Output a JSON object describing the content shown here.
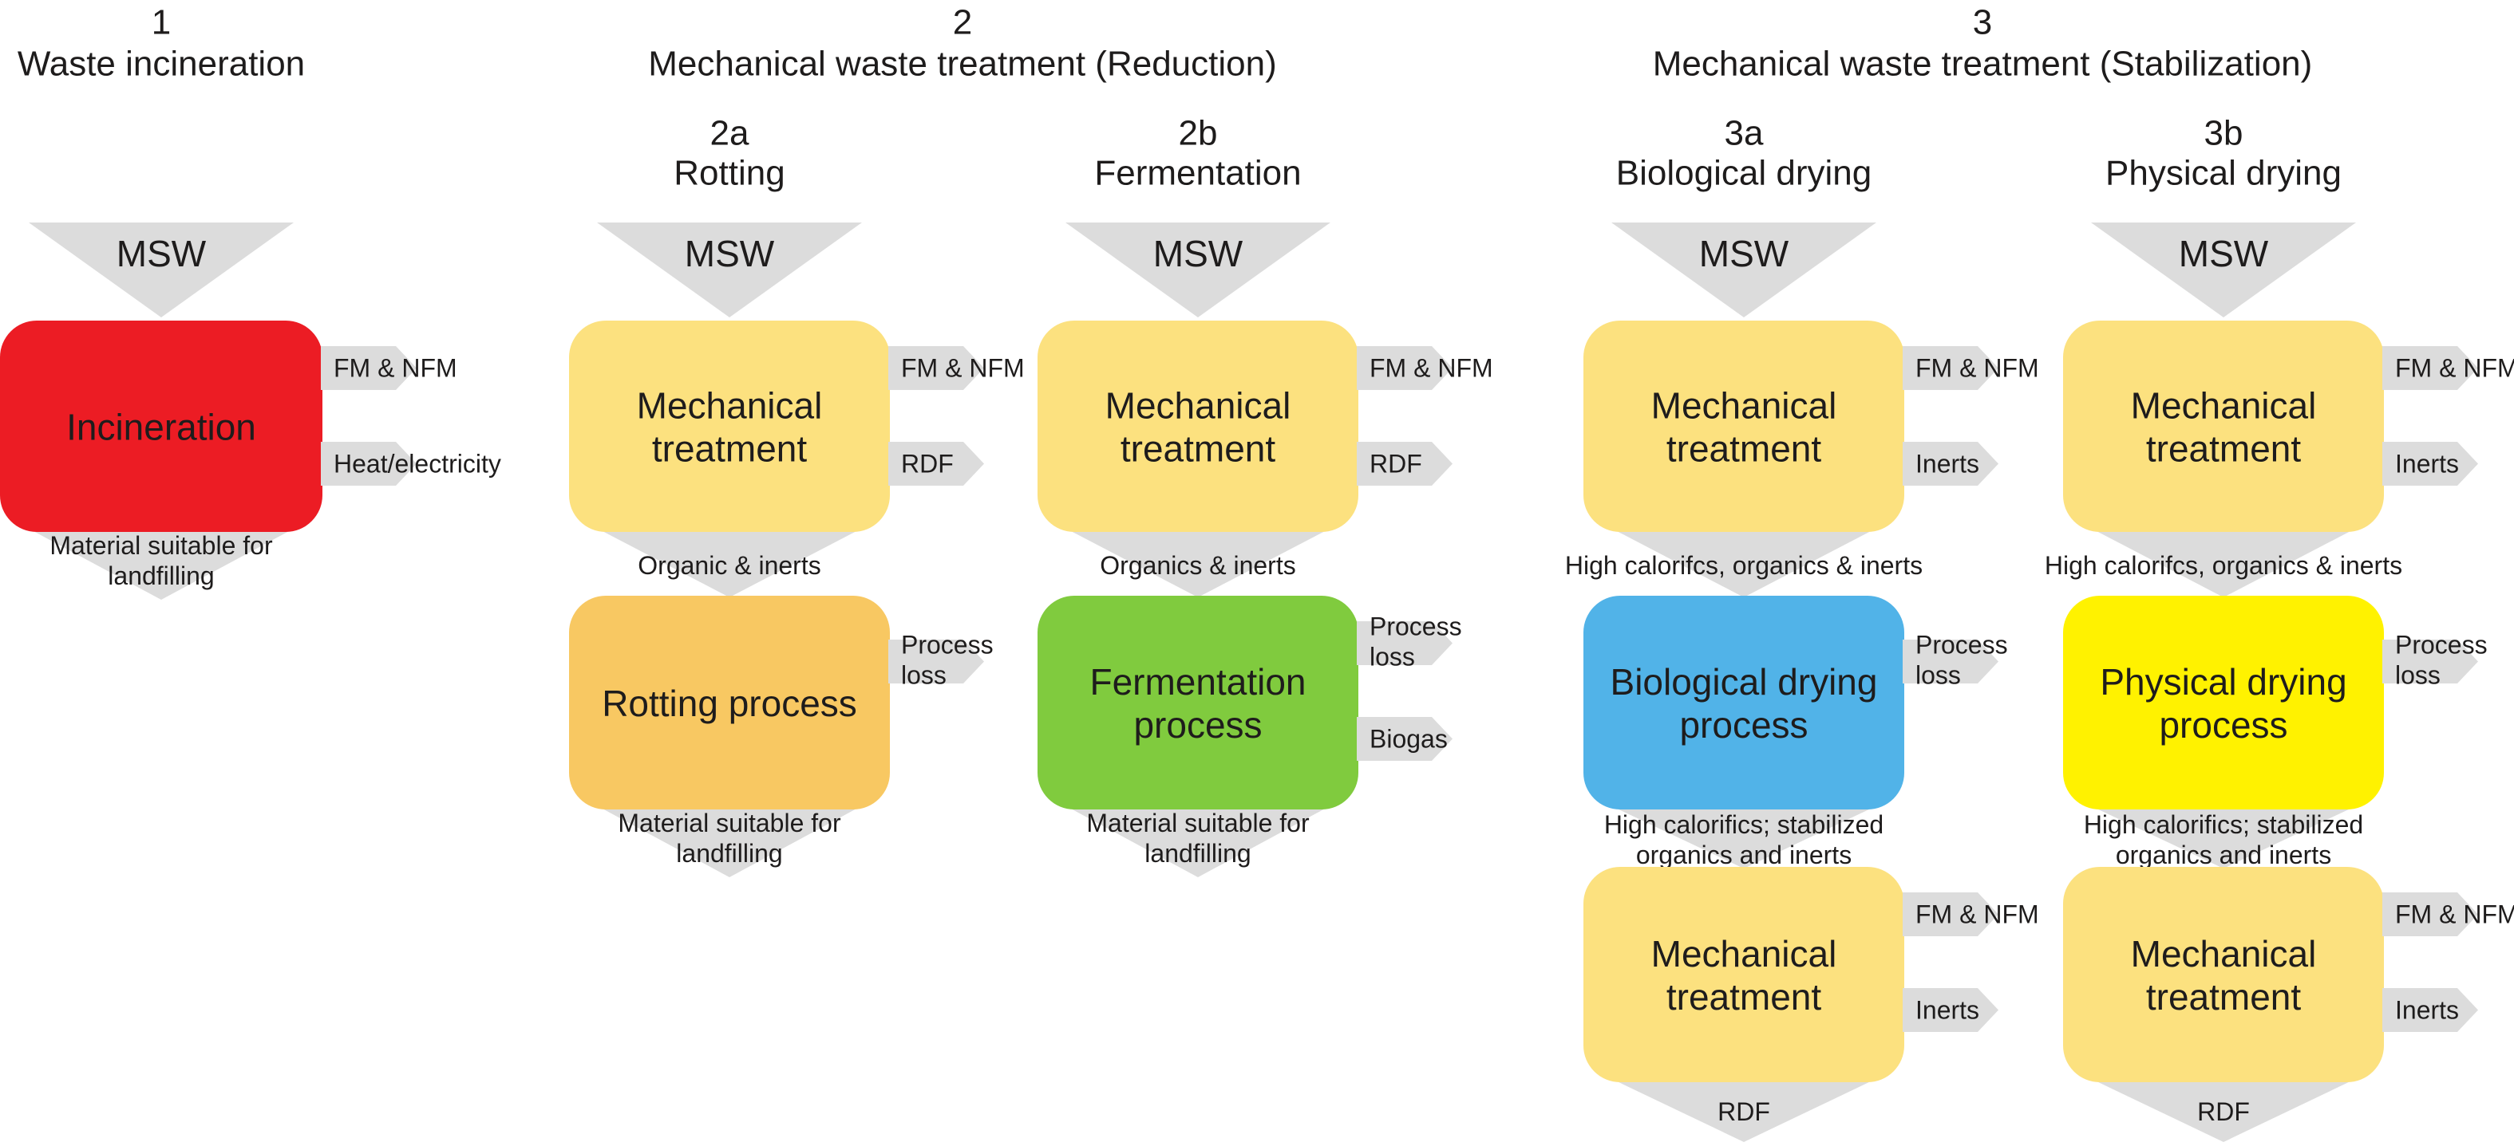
{
  "colors": {
    "arrow": "#dcdcdc",
    "text": "#1e1c1c",
    "incineration": "#ec1c24",
    "mechanical": "#fce17f",
    "rotting": "#f8c862",
    "fermentation": "#80cb3e",
    "biological_drying": "#51b3e8",
    "physical_drying": "#fff200"
  },
  "groups": [
    {
      "number": "1",
      "title": "Waste incineration"
    },
    {
      "number": "2",
      "title": "Mechanical waste treatment (Reduction)"
    },
    {
      "number": "3",
      "title": "Mechanical waste treatment (Stabilization)"
    }
  ],
  "columns": [
    {
      "id": "col-1",
      "sub_number": "",
      "sub_title": "",
      "input": "MSW",
      "stages": [
        {
          "label": [
            "Incineration"
          ],
          "color_key": "incineration",
          "side_outputs": [
            [
              "FM & NFM"
            ],
            [
              "Heat/electricity"
            ]
          ],
          "output": [
            "Material suitable for",
            "landfilling"
          ]
        }
      ]
    },
    {
      "id": "col-2a",
      "sub_number": "2a",
      "sub_title": "Rotting",
      "input": "MSW",
      "stages": [
        {
          "label": [
            "Mechanical",
            "treatment"
          ],
          "color_key": "mechanical",
          "side_outputs": [
            [
              "FM & NFM"
            ],
            [
              "RDF"
            ]
          ],
          "output": [
            "Organic & inerts"
          ]
        },
        {
          "label": [
            "Rotting process"
          ],
          "color_key": "rotting",
          "side_outputs": [
            [
              "Process",
              "loss"
            ]
          ],
          "output": [
            "Material suitable for",
            "landfilling"
          ]
        }
      ]
    },
    {
      "id": "col-2b",
      "sub_number": "2b",
      "sub_title": "Fermentation",
      "input": "MSW",
      "stages": [
        {
          "label": [
            "Mechanical",
            "treatment"
          ],
          "color_key": "mechanical",
          "side_outputs": [
            [
              "FM & NFM"
            ],
            [
              "RDF"
            ]
          ],
          "output": [
            "Organics & inerts"
          ]
        },
        {
          "label": [
            "Fermentation",
            "process"
          ],
          "color_key": "fermentation",
          "side_outputs": [
            [
              "Process",
              "loss"
            ],
            [
              "Biogas"
            ]
          ],
          "output": [
            "Material suitable for",
            "landfilling"
          ]
        }
      ]
    },
    {
      "id": "col-3a",
      "sub_number": "3a",
      "sub_title": "Biological drying",
      "input": "MSW",
      "stages": [
        {
          "label": [
            "Mechanical",
            "treatment"
          ],
          "color_key": "mechanical",
          "side_outputs": [
            [
              "FM & NFM"
            ],
            [
              "Inerts"
            ]
          ],
          "output": [
            "High calorifcs, organics & inerts"
          ]
        },
        {
          "label": [
            "Biological drying",
            "process"
          ],
          "color_key": "biological_drying",
          "side_outputs": [
            [
              "Process",
              "loss"
            ]
          ],
          "output": [
            "High calorifics; stabilized",
            "organics and inerts"
          ]
        },
        {
          "label": [
            "Mechanical",
            "treatment"
          ],
          "color_key": "mechanical",
          "side_outputs": [
            [
              "FM & NFM"
            ],
            [
              "Inerts"
            ]
          ],
          "output": [
            "RDF"
          ]
        }
      ]
    },
    {
      "id": "col-3b",
      "sub_number": "3b",
      "sub_title": "Physical drying",
      "input": "MSW",
      "stages": [
        {
          "label": [
            "Mechanical",
            "treatment"
          ],
          "color_key": "mechanical",
          "side_outputs": [
            [
              "FM & NFM"
            ],
            [
              "Inerts"
            ]
          ],
          "output": [
            "High calorifcs, organics & inerts"
          ]
        },
        {
          "label": [
            "Physical drying",
            "process"
          ],
          "color_key": "physical_drying",
          "side_outputs": [
            [
              "Process",
              "loss"
            ]
          ],
          "output": [
            "High calorifics; stabilized",
            "organics and inerts"
          ]
        },
        {
          "label": [
            "Mechanical",
            "treatment"
          ],
          "color_key": "mechanical",
          "side_outputs": [
            [
              "FM & NFM"
            ],
            [
              "Inerts"
            ]
          ],
          "output": [
            "RDF"
          ]
        }
      ]
    }
  ]
}
